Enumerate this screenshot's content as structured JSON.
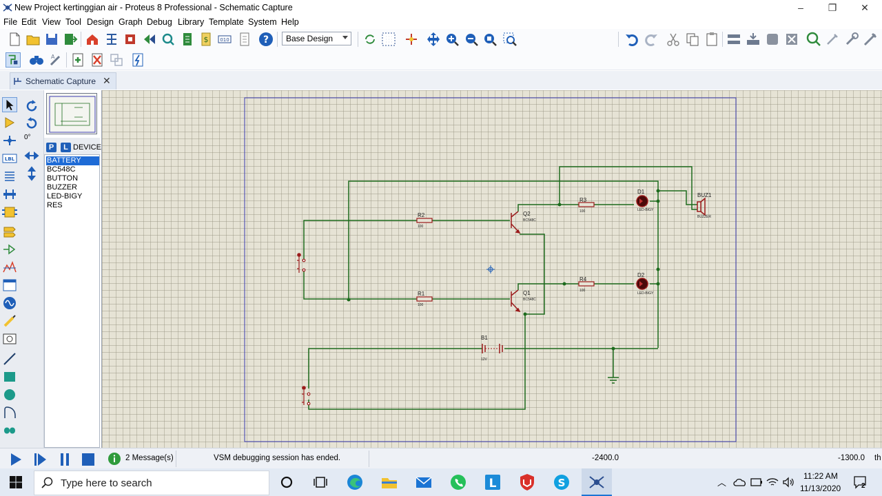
{
  "window": {
    "title": "New Project kertinggian air - Proteus 8 Professional - Schematic Capture",
    "controls": {
      "minimize": "–",
      "maximize": "❐",
      "close": "✕"
    }
  },
  "menu": {
    "items": [
      "File",
      "Edit",
      "View",
      "Tool",
      "Design",
      "Graph",
      "Debug",
      "Library",
      "Template",
      "System",
      "Help"
    ]
  },
  "toolbar": {
    "design_selector": "Base Design"
  },
  "tabs": {
    "active_label": "Schematic Capture",
    "close_glyph": "✕"
  },
  "left_panel": {
    "rotation": "0°",
    "mode_buttons": [
      "P",
      "L"
    ],
    "devices_label": "DEVICES",
    "devices": [
      "BATTERY",
      "BC548C",
      "BUTTON",
      "BUZZER",
      "LED-BIGY",
      "RES"
    ],
    "selected_device": "BATTERY"
  },
  "schematic": {
    "components": {
      "R1": {
        "ref": "R1",
        "value": "100"
      },
      "R2": {
        "ref": "R2",
        "value": "100"
      },
      "R3": {
        "ref": "R3",
        "value": "100"
      },
      "R4": {
        "ref": "R4",
        "value": "100"
      },
      "Q1": {
        "ref": "Q1",
        "part": "BC548C"
      },
      "Q2": {
        "ref": "Q2",
        "part": "BC548C"
      },
      "D1": {
        "ref": "D1",
        "part": "LED-BIGY"
      },
      "D2": {
        "ref": "D2",
        "part": "LED-BIGY"
      },
      "BUZ1": {
        "ref": "BUZ1",
        "part": "BUZZER"
      },
      "B1": {
        "ref": "B1",
        "value": "12V"
      }
    }
  },
  "status": {
    "messages": "2 Message(s)",
    "message_text": "VSM debugging session has ended.",
    "coord_x": "-2400.0",
    "coord_y": "-1300.0",
    "unit": "th"
  },
  "taskbar": {
    "search_placeholder": "Type here to search",
    "time": "11:22 AM",
    "date": "11/13/2020",
    "notifications": "2"
  },
  "colors": {
    "wire": "#1d6b1d",
    "component": "#9b1b1b",
    "sheet_border": "#3b3bb0",
    "canvas_bg": "#e6e3d5",
    "selection": "#1e6bd6"
  }
}
